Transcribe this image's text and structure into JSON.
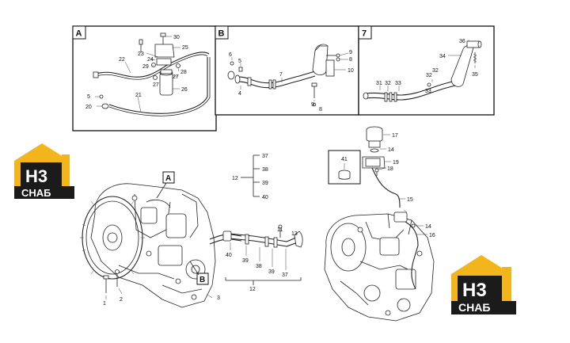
{
  "panels": {
    "a": {
      "letter": "A",
      "labels": [
        "30",
        "23",
        "25",
        "24",
        "22",
        "29",
        "27",
        "28",
        "27",
        "26",
        "5",
        "21",
        "20"
      ]
    },
    "b": {
      "letter": "B",
      "labels": [
        "9",
        "8",
        "6",
        "5",
        "7",
        "10",
        "4",
        "9",
        "8"
      ]
    },
    "seven": {
      "letter": "7",
      "labels": [
        "36",
        "34",
        "35",
        "31",
        "32",
        "33",
        "32",
        "32",
        "33"
      ]
    }
  },
  "callouts": {
    "a": "A",
    "b": "B"
  },
  "main_labels": {
    "group": [
      "37",
      "38",
      "39",
      "40"
    ],
    "group_ref": "12",
    "pipe": [
      "11",
      "13",
      "40",
      "39",
      "38",
      "39",
      "37"
    ],
    "pipe_ref": "12",
    "bottom": [
      "1",
      "2",
      "3"
    ]
  },
  "right_labels": [
    "17",
    "14",
    "41",
    "19",
    "18",
    "15",
    "14",
    "16"
  ],
  "logos": [
    {
      "line1": "H3",
      "line2": "CHAБ"
    },
    {
      "line1": "H3",
      "line2": "CHAБ"
    }
  ],
  "colors": {
    "logo_yellow": "#f2b51c",
    "logo_dark": "#1b1b1b"
  }
}
